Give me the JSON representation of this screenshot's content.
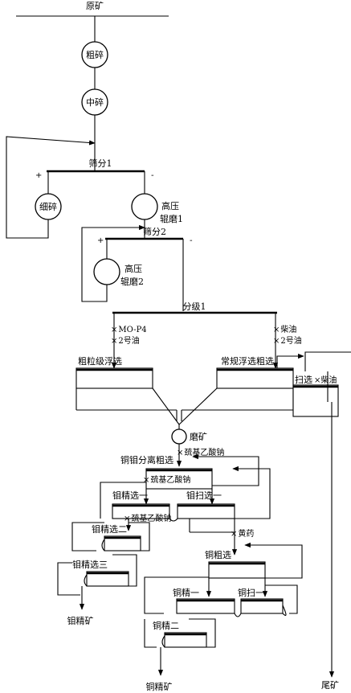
{
  "raw_ore": "原矿",
  "coarse_crush": "粗碎",
  "medium_crush": "中碎",
  "screen1": "筛分1",
  "fine_crush": "细碎",
  "hpgr1": [
    "高压",
    "辊磨1"
  ],
  "screen2": "筛分2",
  "hpgr2": [
    "高压",
    "辊磨2"
  ],
  "classify1": "分级1",
  "reagents_left": [
    "MO-P4",
    "2号油"
  ],
  "reagents_right": [
    "柴油",
    "2号油"
  ],
  "coarse_flotation": "粗粒级浮选",
  "normal_rougher": "常规浮选粗选",
  "scavenge": "扫选",
  "diesel": "柴油",
  "grinding": "磨矿",
  "reagent_sodium": "巯基乙酸钠",
  "cumo_rougher": "铜钼分离粗选",
  "mo_clean1": "钼精选一",
  "mo_scav1": "钼扫选一",
  "mo_clean2": "钼精选二",
  "mo_clean3": "钼精选三",
  "mo_concentrate": "钼精矿",
  "xanthate": "黄药",
  "cu_rougher": "铜粗选",
  "cu_clean1": "铜精一",
  "cu_scav1": "铜扫一",
  "cu_clean2": "铜精二",
  "cu_concentrate": "铜精矿",
  "tailings": "尾矿",
  "plus": "+",
  "minus": "-",
  "cross": "×"
}
